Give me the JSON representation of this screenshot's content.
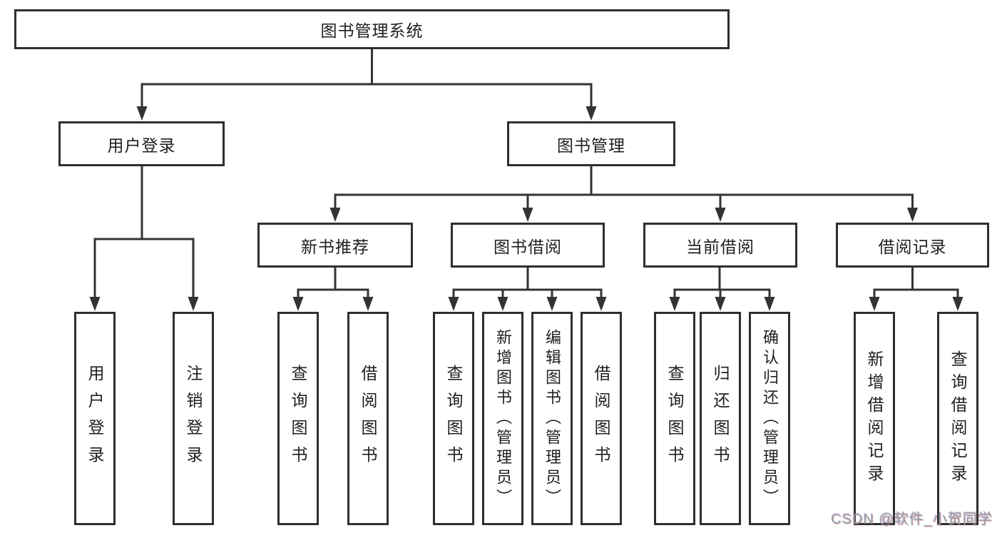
{
  "diagram": {
    "root": {
      "label": "图书管理系统"
    },
    "branches": [
      {
        "label": "用户登录",
        "children": [
          {
            "label": "用户登录"
          },
          {
            "label": "注销登录"
          }
        ]
      },
      {
        "label": "图书管理",
        "children": [
          {
            "label": "新书推荐",
            "children": [
              {
                "label": "查询图书"
              },
              {
                "label": "借阅图书"
              }
            ]
          },
          {
            "label": "图书借阅",
            "children": [
              {
                "label": "查询图书"
              },
              {
                "label": "新增图书（管理员）"
              },
              {
                "label": "编辑图书（管理员）"
              },
              {
                "label": "借阅图书"
              }
            ]
          },
          {
            "label": "当前借阅",
            "children": [
              {
                "label": "查询图书"
              },
              {
                "label": "归还图书"
              },
              {
                "label": "确认归还（管理员）"
              }
            ]
          },
          {
            "label": "借阅记录",
            "children": [
              {
                "label": "新增借阅记录"
              },
              {
                "label": "查询借阅记录"
              }
            ]
          }
        ]
      }
    ]
  },
  "colors": {
    "line": "#333333",
    "border": "#2f2f2f",
    "text": "#1f1f1f",
    "watermark": "#969696"
  },
  "watermark": {
    "text": "CSDN @软件_小贺同学"
  }
}
